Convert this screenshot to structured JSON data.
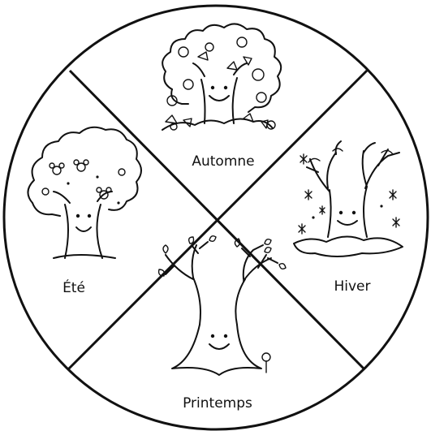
{
  "seasons": {
    "top": {
      "label": "Automne"
    },
    "right": {
      "label": "Hiver"
    },
    "bottom": {
      "label": "Printemps"
    },
    "left": {
      "label": "Été"
    }
  },
  "colors": {
    "ink": "#111111",
    "background": "#ffffff"
  },
  "icons": {
    "top": "autumn-tree-icon",
    "right": "winter-tree-icon",
    "bottom": "spring-tree-icon",
    "left": "summer-tree-icon"
  }
}
